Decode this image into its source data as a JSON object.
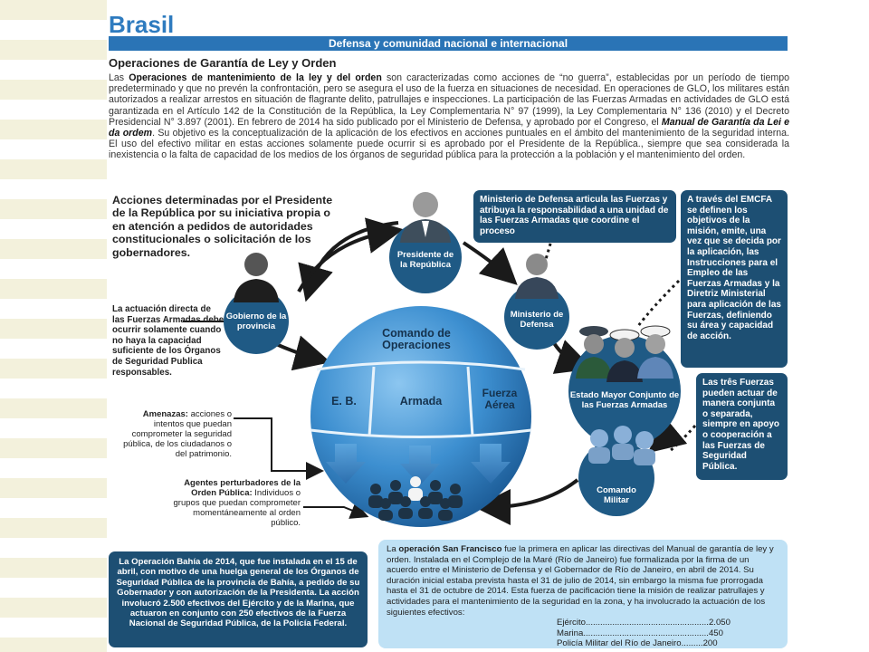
{
  "header": {
    "country": "Brasil",
    "banner": "Defensa y comunidad nacional e internacional"
  },
  "section": {
    "title": "Operaciones de Garantía de Ley y Orden",
    "intro_lead": "Las ",
    "intro_bold1": "Operaciones de mantenimiento de la ley y del orden",
    "intro_part2": " son caracterizadas como acciones de “no guerra”, establecidas por un período de tiempo predeterminado y que no prevén la confrontación, pero se asegura el uso de la fuerza en situaciones de necesidad. En operaciones de GLO, los militares están autorizados a realizar arrestos en situación de flagrante delito, patrullajes e inspecciones. La participación de las Fuerzas Armadas en actividades de GLO está garantizada en el Artículo 142 de la Constitución de la República, la Ley Complementaria N° 97 (1999), la Ley Complementaria N° 136 (2010) y el Decreto Presidencial N° 3.897 (2001). En febrero de 2014 ha sido publicado por el Ministerio de Defensa, y aprobado por el Congreso, el ",
    "intro_bold2": "Manual de Garantía da Lei e da ordem",
    "intro_part3": ". Su objetivo es la conceptualización de la aplicación de los efectivos en acciones puntuales en el ámbito del mantenimiento de la seguridad interna. El uso del efectivo militar en estas acciones solamente puede ocurrir si es aprobado por el Presidente de la República., siempre que sea considerada la inexistencia o la falta de capacidad de los medios de los órganos de seguridad pública para la protección a la población y el mantenimiento del orden."
  },
  "diagram": {
    "president_actions": "Acciones determinadas por el Presidente de la República por su iniciativa propia o en atención a pedidos de autoridades constitucionales o solicitación de los gobernadores.",
    "ministry_box": "Ministerio de Defensa articula las Fuerzas y atribuya la responsabilidad a una unidad de las Fuerzas Armadas que coordine el proceso",
    "emcfa_box": "A través del EMCFA se definen los objetivos de la misión, emite, una vez que se decida por la aplicación, las Instrucciones para el Empleo de las Fuerzas Armadas y la Diretriz Ministerial para aplicación de las Fuerzas, definiendo su área y capacidad de acción.",
    "forces_box": "Las três Fuerzas pueden actuar de manera conjunta o separada, siempre en apoyo o cooperación a las Fuerzas de Seguridad Pública.",
    "direct_action": "La actuación directa de las Fuerzas Armadas debe ocurrir solamente cuando no haya la capacidad suficiente de los Órganos de Seguridad Publica responsables.",
    "threats_label": "Amenazas:",
    "threats_text": " acciones o intentos que puedan comprometer la seguridad pública, de los ciudadanos o del patrimonio.",
    "agents_label": "Agentes perturbadores de la Orden Pública:",
    "agents_text": " Individuos o grupos que puedan comprometer momentáneamente al orden público.",
    "nodes": {
      "president": "Presidente de la República",
      "governor": "Gobierno de la provincia",
      "ministry": "Ministerio de Defensa",
      "staff": "Estado Mayor Conjunto de las Fuerzas Armadas",
      "command": "Comando Militar"
    },
    "sphere": {
      "title": "Comando de Operaciones",
      "eb": "E. B.",
      "navy": "Armada",
      "air": "Fuerza Aérea"
    }
  },
  "bahia": {
    "lead": "La Operación Bahía de 2014",
    "text": ", que fue instalada en el 15 de abril, con motivo de una huelga general de los Órganos de Seguridad Pública de la provincia de Bahía, a pedido de su Gobernador y con autorización de la Presidenta. La acción involucró 2.500 efectivos del Ejército y de la Marina, que actuaron en conjunto con 250 efectivos de la Fuerza Nacional de Seguridad Pública, de la Policía Federal."
  },
  "san_francisco": {
    "lead": "La ",
    "bold": "operación San Francisco",
    "text": " fue la primera en aplicar las directivas del Manual de garantía de ley y orden. Instalada en el Complejo de la Maré (Río de Janeiro) fue formalizada por la firma de un acuerdo entre el Ministerio de Defensa y el Gobernador de Río de Janeiro, en abril de 2014. Su duración inicial estaba prevista hasta el 31 de julio de 2014, sin embargo la misma fue prorrogada hasta el 31 de octubre de 2014. Esta fuerza de pacificación tiene la misión de realizar patrullajes y actividades para el mantenimiento de la seguridad en la zona, y ha involucrado la actuación de los siguientes efectivos:",
    "forces": [
      {
        "name": "Ejército",
        "dots": "...................................................",
        "count": "2.050"
      },
      {
        "name": "Marina",
        "dots": "....................................................",
        "count": "450"
      },
      {
        "name": "Policía Militar del Río de  Janeiro",
        "dots": ".........",
        "count": "200"
      }
    ]
  },
  "colors": {
    "brand_blue": "#2a74b6",
    "dark_navy": "#1d4f73",
    "light_blue": "#bfe1f5",
    "sphere_blue": "#3d8fd0"
  }
}
